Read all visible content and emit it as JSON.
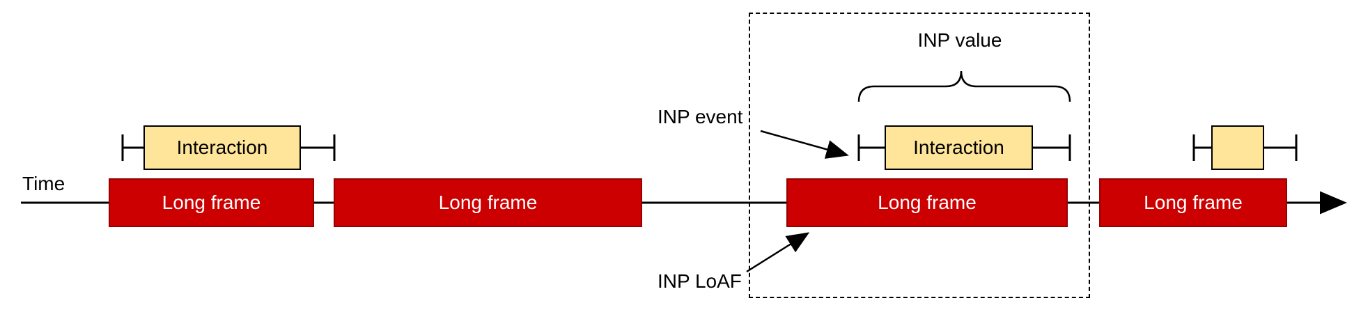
{
  "diagram": {
    "time_axis": {
      "label": "Time"
    },
    "long_frames": [
      {
        "label": "Long frame"
      },
      {
        "label": "Long frame"
      },
      {
        "label": "Long frame"
      },
      {
        "label": "Long frame"
      }
    ],
    "interactions": [
      {
        "label": "Interaction"
      },
      {
        "label": "Interaction"
      },
      {
        "label": ""
      }
    ],
    "annotations": {
      "inp_event": "INP event",
      "inp_value": "INP value",
      "inp_loaf": "INP LoAF"
    },
    "colors": {
      "long_frame_fill": "#cc0000",
      "long_frame_text": "#ffffff",
      "interaction_fill": "#ffe599",
      "line": "#000000"
    }
  }
}
